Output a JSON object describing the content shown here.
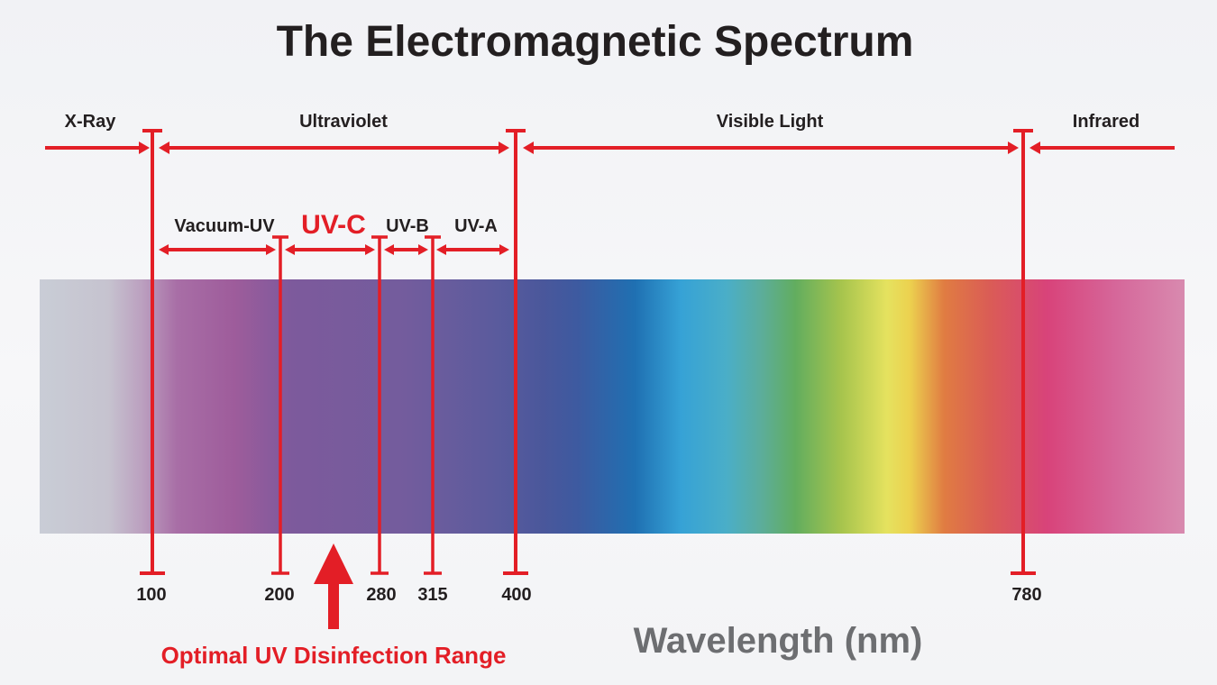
{
  "title": "The Electromagnetic Spectrum",
  "bands": {
    "xray": "X-Ray",
    "ultraviolet": "Ultraviolet",
    "visible": "Visible Light",
    "infrared": "Infrared"
  },
  "uv_bands": {
    "vacuum_uv": "Vacuum-UV",
    "uvc": "UV-C",
    "uvb": "UV-B",
    "uva": "UV-A"
  },
  "ticks": [
    "100",
    "200",
    "280",
    "315",
    "400",
    "780"
  ],
  "axis_label": "Wavelength (nm)",
  "callout": "Optimal UV Disinfection Range",
  "colors": {
    "accent_red": "#e31e26",
    "text_dark": "#231f20",
    "text_gray": "#6d6e71"
  }
}
